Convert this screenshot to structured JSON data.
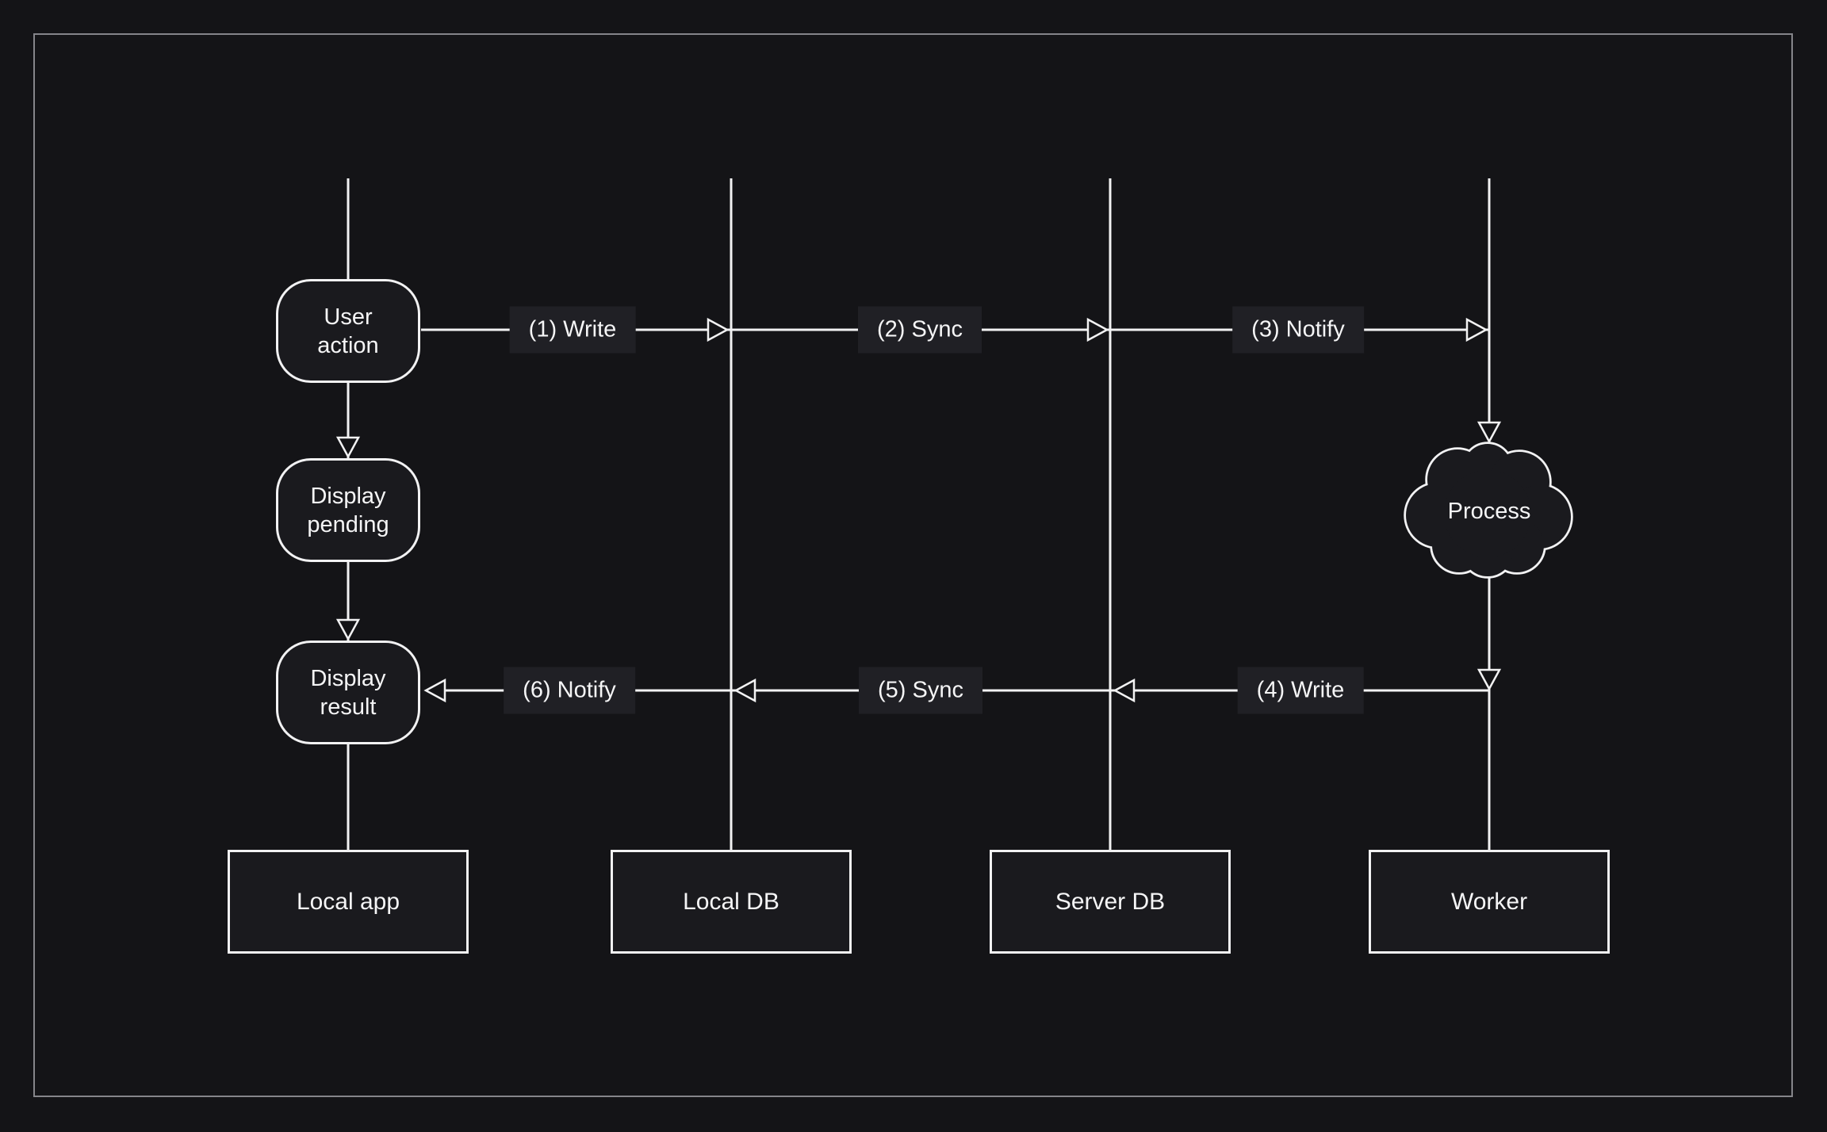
{
  "diagram": {
    "nodes": {
      "user_action": {
        "label": "User action"
      },
      "display_pending": {
        "label": "Display pending"
      },
      "display_result": {
        "label": "Display result"
      },
      "process": {
        "label": "Process"
      }
    },
    "lanes": [
      {
        "label": "Local app"
      },
      {
        "label": "Local DB"
      },
      {
        "label": "Server DB"
      },
      {
        "label": "Worker"
      }
    ],
    "messages": [
      {
        "label": "(1) Write"
      },
      {
        "label": "(2) Sync"
      },
      {
        "label": "(3) Notify"
      },
      {
        "label": "(4) Write"
      },
      {
        "label": "(5) Sync"
      },
      {
        "label": "(6) Notify"
      }
    ],
    "colors": {
      "background": "#141417",
      "frame_border": "#85858a",
      "node_fill": "#1a1a1e",
      "chip_fill": "#202025",
      "stroke": "#f2f2f3",
      "text": "#f5f5f6"
    }
  }
}
